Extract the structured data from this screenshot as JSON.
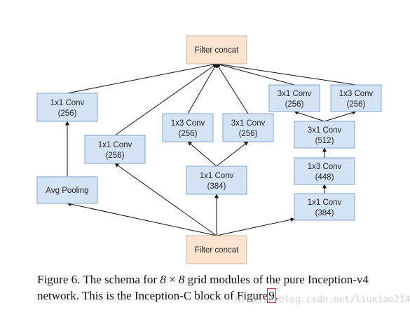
{
  "colors": {
    "concat_fill": "#fbe3cf",
    "concat_stroke": "#c9b9a8",
    "conv_fill": "#d4e4f6",
    "conv_stroke": "#7fa3cf",
    "edge": "#111111"
  },
  "nodes": {
    "concat_top": {
      "line1": "Filter concat"
    },
    "concat_bottom": {
      "line1": "Filter concat"
    },
    "b1_conv": {
      "line1": "1x1 Conv",
      "line2": "(256)"
    },
    "b1_pool": {
      "line1": "Avg Pooling"
    },
    "b2_conv": {
      "line1": "1x1 Conv",
      "line2": "(256)"
    },
    "b3_conv1x1": {
      "line1": "1x1 Conv",
      "line2": "(384)"
    },
    "b3_conv1x3": {
      "line1": "1x3 Conv",
      "line2": "(256)"
    },
    "b3_conv3x1": {
      "line1": "3x1 Conv",
      "line2": "(256)"
    },
    "b4_conv1x1": {
      "line1": "1x1 Conv",
      "line2": "(384)"
    },
    "b4_conv1x3": {
      "line1": "1x3 Conv",
      "line2": "(448)"
    },
    "b4_conv3x1": {
      "line1": "3x1 Conv",
      "line2": "(512)"
    },
    "b4_out3x1": {
      "line1": "3x1 Conv",
      "line2": "(256)"
    },
    "b4_out1x3": {
      "line1": "1x3 Conv",
      "line2": "(256)"
    }
  },
  "caption": {
    "before_math": "Figure 6. The schema for",
    "math_a": "8",
    "math_times": "×",
    "math_b": "8",
    "after_math": "grid modules of the pure Inception-v4 network. This is the Inception-C block of Figure",
    "figure_ref": "9",
    "end": "."
  },
  "watermark": "https://blog.csdn.net/liuxiao214"
}
